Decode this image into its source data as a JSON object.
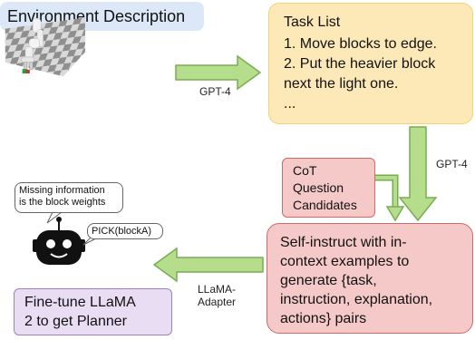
{
  "env": {
    "title": "Environment Description"
  },
  "task_list": {
    "title": "Task List",
    "lines": [
      "1. Move blocks to edge.",
      "2. Put the heavier block",
      "next the light one.",
      "..."
    ]
  },
  "edges": {
    "gpt4_top": "GPT-4",
    "gpt4_right": "GPT-4",
    "adapter_line1": "LLaMA-",
    "adapter_line2": "Adapter"
  },
  "cot": {
    "lines": [
      "CoT",
      "Question",
      "Candidates"
    ]
  },
  "self_instruct": {
    "lines": [
      "Self-instruct with in-",
      "context examples to",
      "generate {task,",
      "instruction, explanation,",
      "actions} pairs"
    ]
  },
  "finetune": {
    "lines": [
      "Fine-tune LLaMA",
      "2 to get Planner"
    ]
  },
  "robot": {
    "bubble_missing_lines": [
      "Missing information",
      "is the block weights"
    ],
    "bubble_action": "PICK(blockA)"
  },
  "colors": {
    "env_title_bg": "#dce8f8",
    "task_bg": "#fde9b7",
    "cot_bg": "#f6c9c9",
    "self_bg": "#f6c9c9",
    "finetune_bg": "#e8ddf2",
    "arrow_green": "#b6dd8c"
  }
}
